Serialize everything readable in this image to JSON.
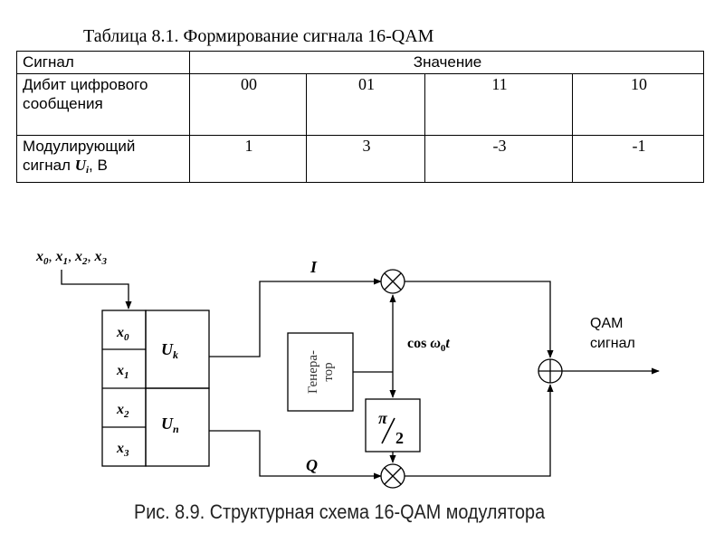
{
  "table": {
    "caption": "Таблица 8.1. Формирование сигнала 16-QAM",
    "header": {
      "col1": "Сигнал",
      "col2": "Значение"
    },
    "rows": [
      {
        "label": "Дибит цифрового сообщения",
        "values": [
          "00",
          "01",
          "11",
          "10"
        ]
      },
      {
        "label_text": "Модулирующий сигнал",
        "label_symbol": "U",
        "label_subscript": "i",
        "label_unit": ", В",
        "values": [
          "1",
          "3",
          "-3",
          "-1"
        ]
      }
    ]
  },
  "diagram": {
    "inputs_label": "x0 , x1 ,  x2 , x3",
    "input_parts": [
      {
        "base": "x",
        "sub": "0"
      },
      {
        "base": "x",
        "sub": "1"
      },
      {
        "base": "x",
        "sub": "2"
      },
      {
        "base": "x",
        "sub": "3"
      }
    ],
    "register_bits": [
      {
        "base": "x",
        "sub": "0"
      },
      {
        "base": "x",
        "sub": "1"
      },
      {
        "base": "x",
        "sub": "2"
      },
      {
        "base": "x",
        "sub": "3"
      }
    ],
    "converter_upper": {
      "base": "U",
      "sub": "k"
    },
    "converter_lower": {
      "base": "U",
      "sub": "n"
    },
    "i_label": "I",
    "q_label": "Q",
    "carrier_label": {
      "text": "cos ",
      "omega": "ω",
      "sub": "0",
      "t": "t"
    },
    "generator_label_line1": "Генера-",
    "generator_label_line2": "тор",
    "phase_shift": {
      "num": "π",
      "den": "2"
    },
    "output_label_line1": "QAM",
    "output_label_line2": "сигнал"
  },
  "figure_caption": "Рис. 8.9. Структурная схема 16-QAM модулятора"
}
